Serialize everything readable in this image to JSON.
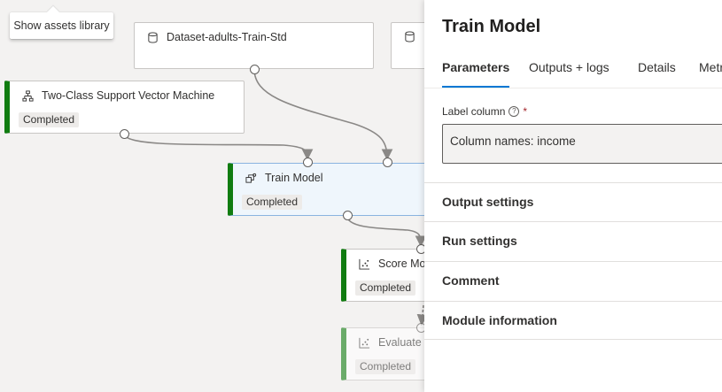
{
  "tooltip": {
    "text": "Show assets library"
  },
  "nodes": {
    "dataset": {
      "title": "Dataset-adults-Train-Std",
      "icon": "database-icon"
    },
    "dataset2": {
      "title": "",
      "icon": "database-icon"
    },
    "svm": {
      "title": "Two-Class Support Vector Machine",
      "status": "Completed",
      "icon": "module-tree-icon"
    },
    "train": {
      "title": "Train Model",
      "status": "Completed",
      "icon": "train-module-icon"
    },
    "score": {
      "title": "Score Mod",
      "status": "Completed",
      "icon": "scatter-icon"
    },
    "evaluate": {
      "title": "Evaluate M",
      "status": "Completed",
      "icon": "scatter-icon"
    }
  },
  "panel": {
    "title": "Train Model",
    "tabs": [
      {
        "label": "Parameters",
        "active": true
      },
      {
        "label": "Outputs + logs",
        "active": false
      },
      {
        "label": "Details",
        "active": false
      },
      {
        "label": "Metr",
        "active": false
      }
    ],
    "label_column": {
      "label": "Label column",
      "help": "?",
      "required": "*",
      "value": "Column names: income"
    },
    "sections": [
      "Output settings",
      "Run settings",
      "Comment",
      "Module information"
    ]
  },
  "colors": {
    "accent": "#0078d4",
    "status_completed": "#107c10",
    "connector": "#8a8886"
  }
}
